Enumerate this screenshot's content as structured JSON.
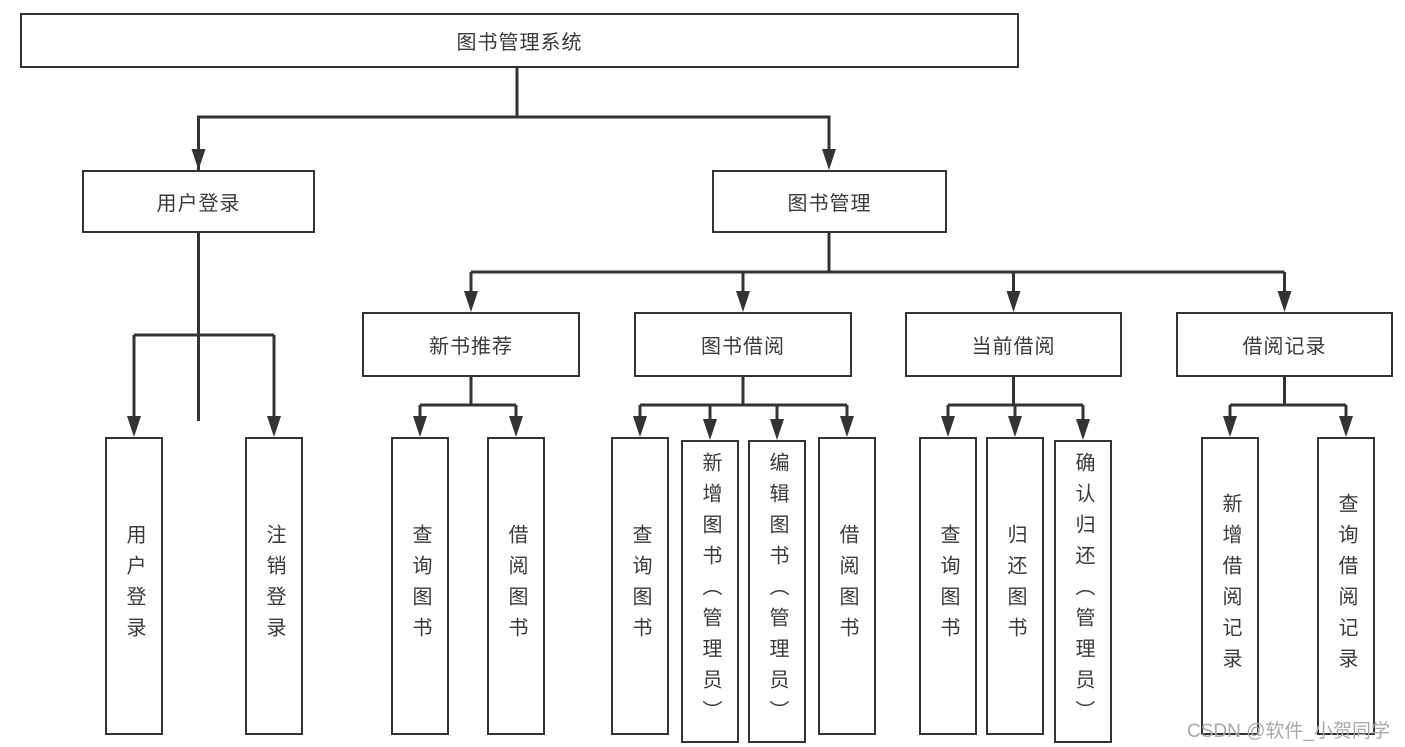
{
  "colors": {
    "background": "#ffffff",
    "box_border": "#333333",
    "box_fill": "#ffffff",
    "line": "#333333",
    "text": "#3a3a3a",
    "watermark": "#a9a9a9"
  },
  "root": {
    "label": "图书管理系统"
  },
  "branches": {
    "user_login": {
      "label": "用户登录",
      "children": [
        "用户登录",
        "注销登录"
      ]
    },
    "book_management": {
      "label": "图书管理"
    },
    "new_book_recommend": {
      "label": "新书推荐",
      "children": [
        "查询图书",
        "借阅图书"
      ]
    },
    "book_borrow": {
      "label": "图书借阅",
      "children": [
        "查询图书",
        "新增图书（管理员）",
        "编辑图书（管理员）",
        "借阅图书"
      ]
    },
    "current_borrow": {
      "label": "当前借阅",
      "children": [
        "查询图书",
        "归还图书",
        "确认归还（管理员）"
      ]
    },
    "borrow_records": {
      "label": "借阅记录",
      "children": [
        "新增借阅记录",
        "查询借阅记录"
      ]
    }
  },
  "watermark": {
    "text": "CSDN @软件_小贺同学"
  }
}
